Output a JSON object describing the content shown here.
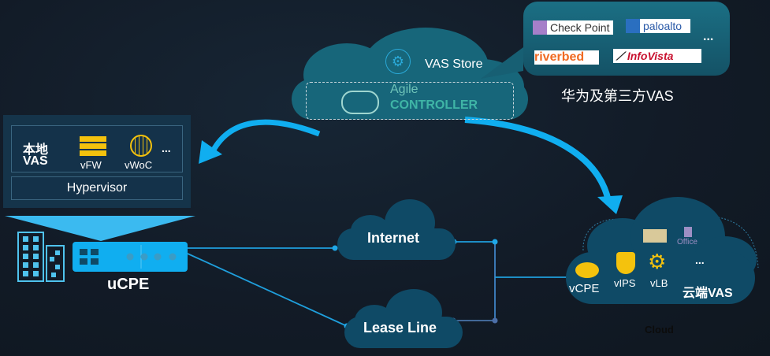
{
  "colors": {
    "background": "#121b27",
    "accent_blue": "#10aef0",
    "cloud_teal": "#17667a",
    "cloud_dark": "#0f4a66",
    "yellow_icon": "#f4c20d",
    "controller_text": "#3fb5a6"
  },
  "vendors": {
    "logos": [
      "Check Point",
      "paloalto",
      "riverbed",
      "InfoVista"
    ],
    "more": "...",
    "caption": "华为及第三方VAS"
  },
  "controller": {
    "store_label": "VAS Store",
    "agile": "Agile",
    "controller": "CONTROLLER"
  },
  "local": {
    "title_line1": "本地",
    "title_line2": "VAS",
    "items": [
      {
        "icon": "firewall-icon",
        "label": "vFW"
      },
      {
        "icon": "globe-icon",
        "label": "vWoC"
      }
    ],
    "more": "...",
    "hypervisor": "Hypervisor"
  },
  "ucpe": {
    "label": "uCPE"
  },
  "networks": {
    "internet": "Internet",
    "lease_line": "Lease Line"
  },
  "cloud": {
    "items": [
      {
        "icon": "router-icon",
        "label": "vCPE"
      },
      {
        "icon": "shield-icon",
        "label": "vIPS"
      },
      {
        "icon": "gear-icon",
        "label": "vLB"
      }
    ],
    "mail": "mail-icon",
    "office": "Office",
    "more": "...",
    "title": "云端VAS",
    "caption": "Cloud"
  }
}
